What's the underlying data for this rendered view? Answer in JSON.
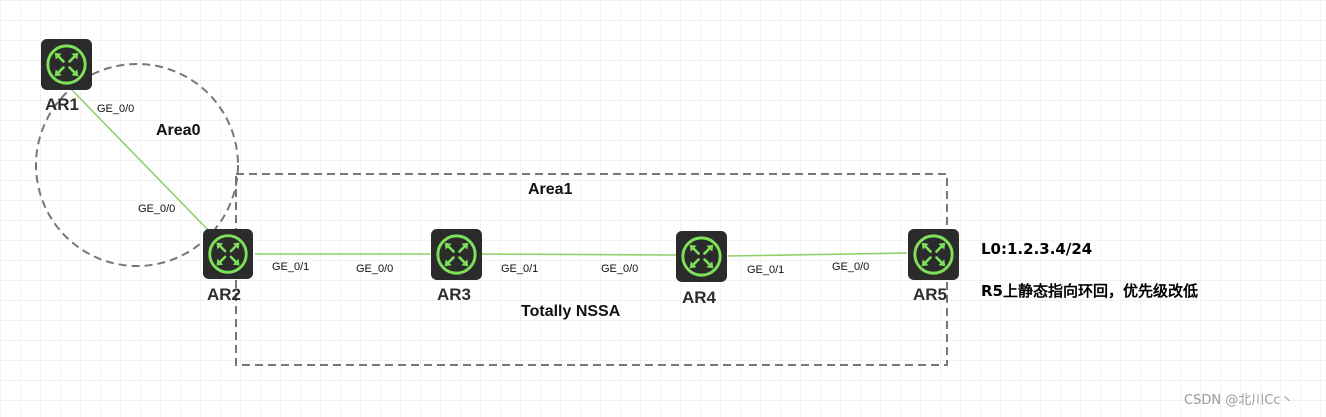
{
  "colors": {
    "grid": "#e4e4e4",
    "link": "#8ed16b",
    "boundary": "#777777",
    "router_body": "#2b2b2b",
    "router_accent": "#7ee05a"
  },
  "icons": {
    "router": "router-icon"
  },
  "routers": [
    {
      "id": "AR1",
      "label": "AR1"
    },
    {
      "id": "AR2",
      "label": "AR2"
    },
    {
      "id": "AR3",
      "label": "AR3"
    },
    {
      "id": "AR4",
      "label": "AR4"
    },
    {
      "id": "AR5",
      "label": "AR5"
    }
  ],
  "links": [
    {
      "from": "AR1",
      "to": "AR2",
      "from_port": "GE_0/0",
      "to_port": "GE_0/0"
    },
    {
      "from": "AR2",
      "to": "AR3",
      "from_port": "GE_0/1",
      "to_port": "GE_0/0"
    },
    {
      "from": "AR3",
      "to": "AR4",
      "from_port": "GE_0/1",
      "to_port": "GE_0/0"
    },
    {
      "from": "AR4",
      "to": "AR5",
      "from_port": "GE_0/1",
      "to_port": "GE_0/0"
    }
  ],
  "areas": {
    "area0": {
      "label": "Area0",
      "shape": "circle"
    },
    "area1": {
      "label": "Area1",
      "type_label": "Totally NSSA",
      "shape": "rectangle"
    }
  },
  "notes": {
    "loopback": "L0:1.2.3.4/24",
    "static_route": "R5上静态指向环回，优先级改低"
  },
  "watermark": "CSDN @北川Cc丶"
}
